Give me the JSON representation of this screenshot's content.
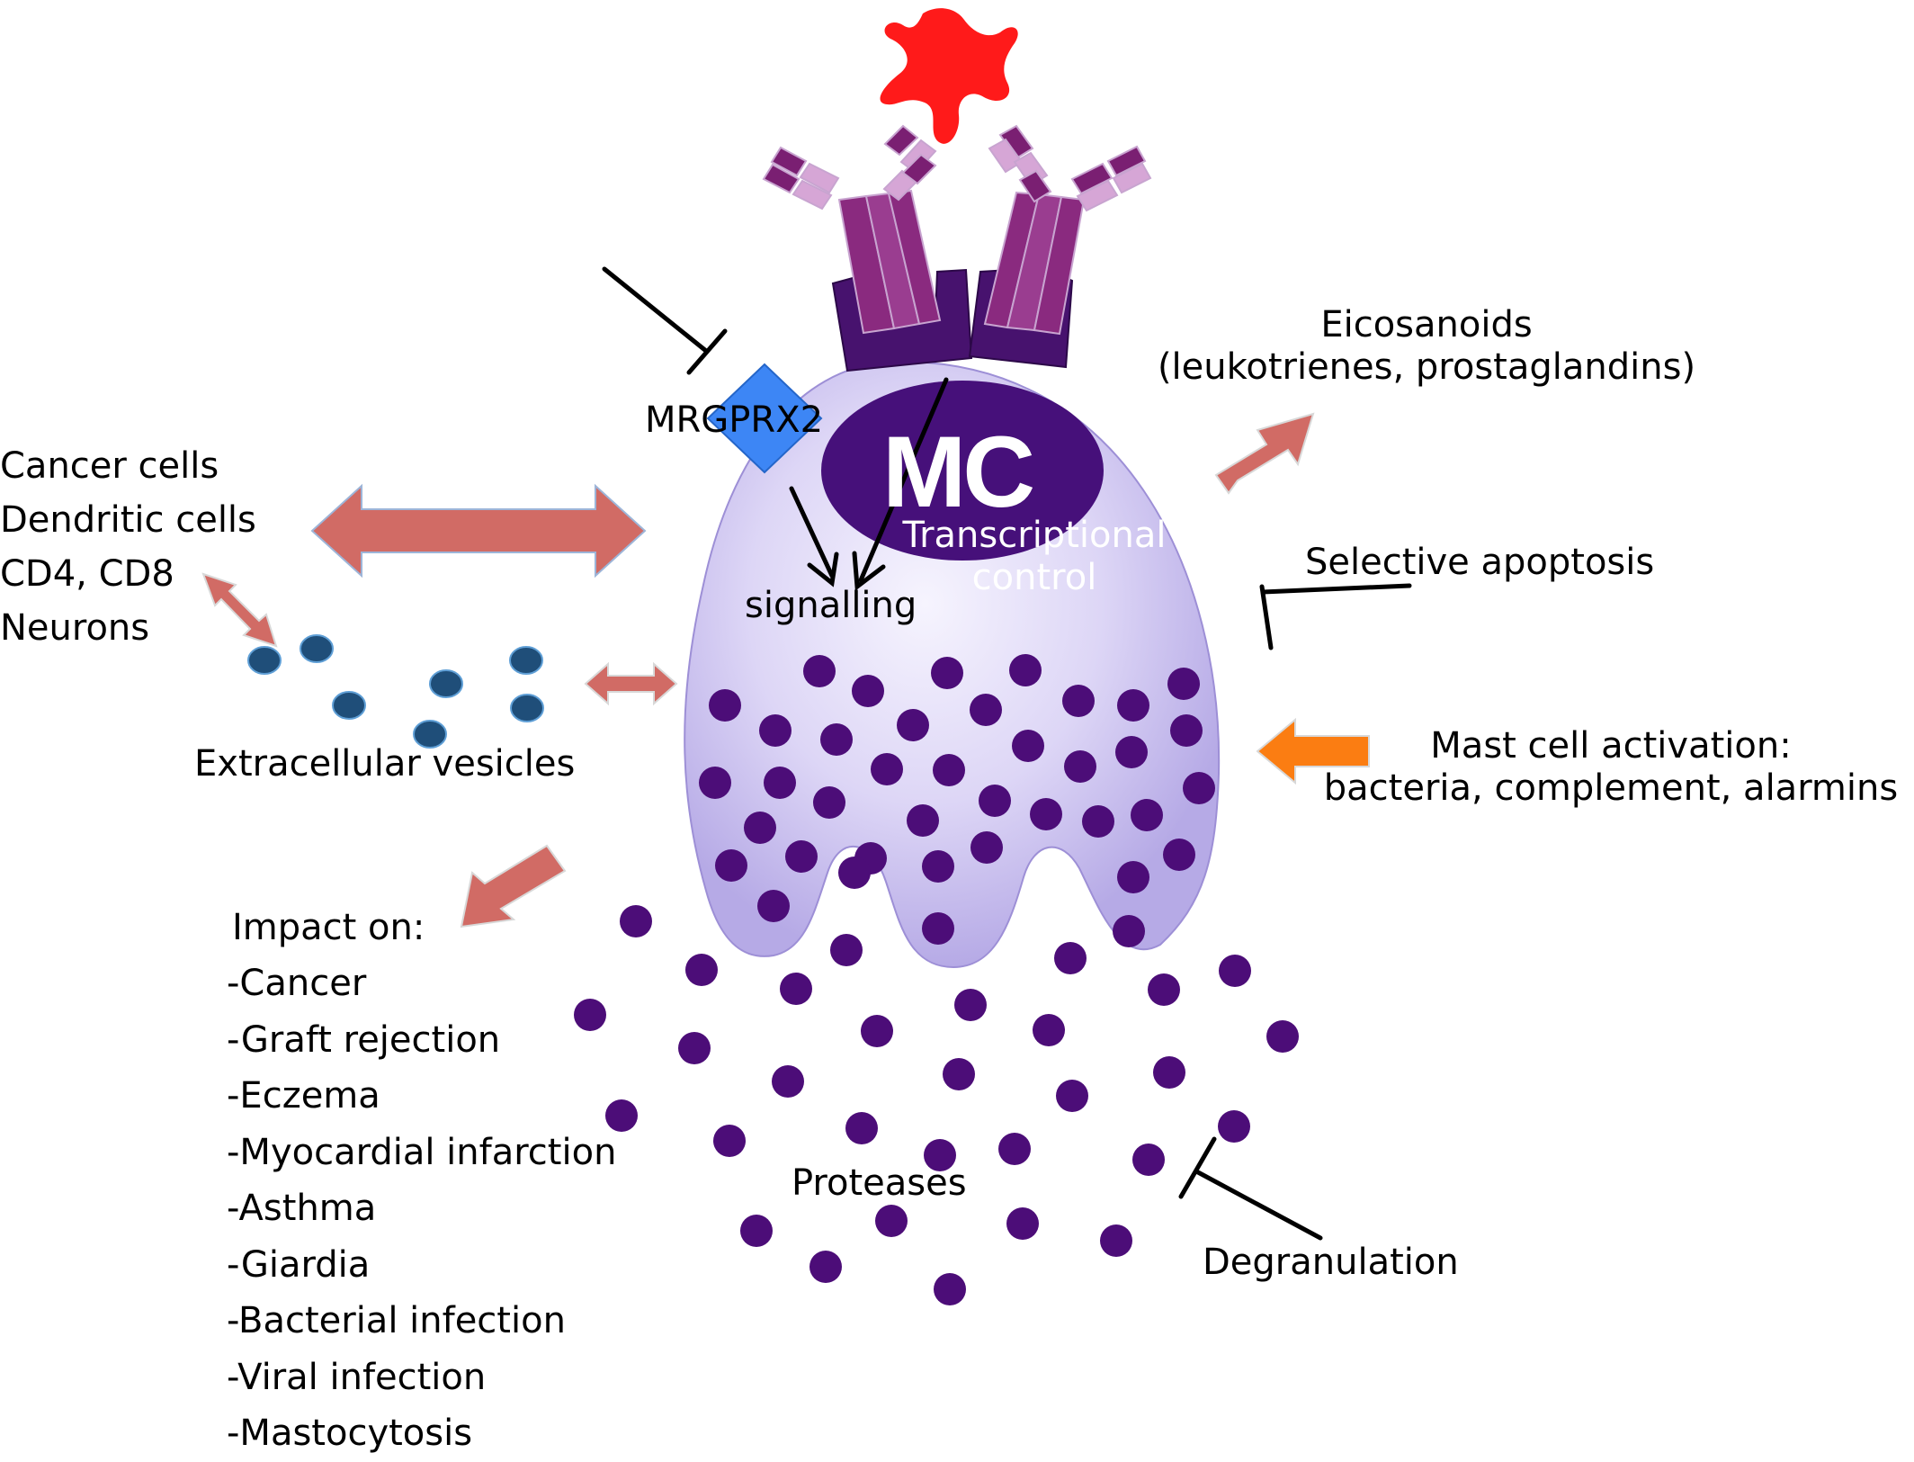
{
  "colors": {
    "cell_membrane": "#c2b8ea",
    "cell_center": "#f4f2fd",
    "nucleus": "#46107a",
    "granule": "#4c0d78",
    "vesicle": "#1f4e79",
    "receptor": "#47126e",
    "antibody_heavy": "#8a2a7f",
    "antibody_light": "#c89ac8",
    "antigen": "#ff1a1a",
    "mrgprx2": "#3d86f5",
    "interaction_arrow": "#d16b65",
    "activation_arrow": "#fb7d12"
  },
  "cell": {
    "nucleus_label": "MC",
    "transcription_label": [
      "Transcriptional",
      "control"
    ]
  },
  "receptor_label": "MRGPRX2",
  "signalling_label": "signalling",
  "eicosanoids_label": [
    "Eicosanoids",
    "(leukotrienes, prostaglandins)"
  ],
  "apoptosis_label": "Selective apoptosis",
  "activation_label": [
    "Mast cell activation:",
    "bacteria, complement, alarmins"
  ],
  "interaction_targets": [
    "Cancer cells",
    "Dendritic cells",
    "CD4, CD8",
    "Neurons"
  ],
  "vesicles_label": "Extracellular vesicles",
  "impact": {
    "heading": "Impact on:",
    "items": [
      "-Cancer",
      "-Graft rejection",
      "-Eczema",
      "-Myocardial infarction",
      "-Asthma",
      "-Giardia",
      "-Bacterial infection",
      "-Viral infection",
      "-Mastocytosis"
    ]
  },
  "proteases_label": "Proteases",
  "degranulation_label": "Degranulation"
}
